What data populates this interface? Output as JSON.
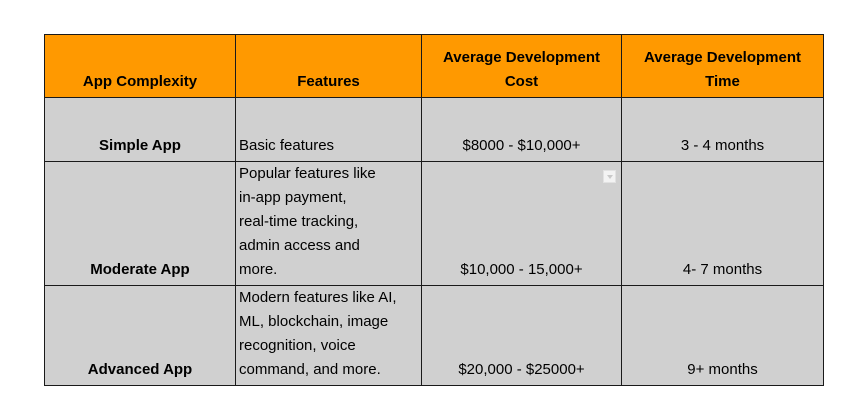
{
  "table": {
    "headers": [
      "App Complexity",
      "Features",
      "Average Development Cost",
      "Average Development Time"
    ],
    "rows": [
      {
        "complexity": "Simple App",
        "features": "Basic features",
        "cost": "$8000 - $10,000+",
        "time": "3 - 4 months"
      },
      {
        "complexity": "Moderate App",
        "features": "Popular features like\nin-app payment,\nreal-time tracking,\nadmin access and\nmore.",
        "cost": "$10,000 - 15,000+",
        "time": "4- 7 months"
      },
      {
        "complexity": "Advanced App",
        "features": "Modern features like AI,\nML, blockchain, image\nrecognition, voice\ncommand, and more.",
        "cost": "$20,000 - $25000+",
        "time": "9+ months"
      }
    ]
  },
  "colors": {
    "header_background": "#ff9900",
    "cell_background": "#d0d0d0",
    "border": "#1a1a1a"
  },
  "icons": {
    "cell_widget": "filter-icon"
  }
}
